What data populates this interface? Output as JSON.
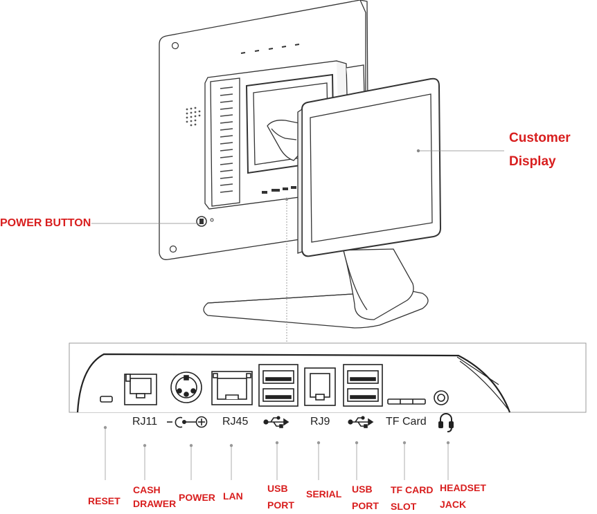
{
  "callouts": {
    "customer_display": [
      "Customer",
      "Display"
    ],
    "power_button": "POWER BUTTON",
    "reset": "RESET",
    "cash_drawer": [
      "CASH",
      "DRAWER"
    ],
    "power": "POWER",
    "lan": "LAN",
    "usb_port_1": [
      "USB",
      "PORT"
    ],
    "serial": "SERIAL",
    "usb_port_2": [
      "USB",
      "PORT"
    ],
    "tf_card_slot": [
      "TF CARD",
      "SLOT"
    ],
    "headset_jack": [
      "HEADSET",
      "JACK"
    ]
  },
  "port_labels": {
    "rj11": "RJ11",
    "rj45": "RJ45",
    "rj9": "RJ9",
    "tf_card": "TF Card"
  },
  "icons": [
    "dc-power-polarity-icon",
    "usb-icon",
    "headset-icon"
  ],
  "colors": {
    "callout": "#d81e1e",
    "line": "#333333",
    "leader": "#888888"
  }
}
